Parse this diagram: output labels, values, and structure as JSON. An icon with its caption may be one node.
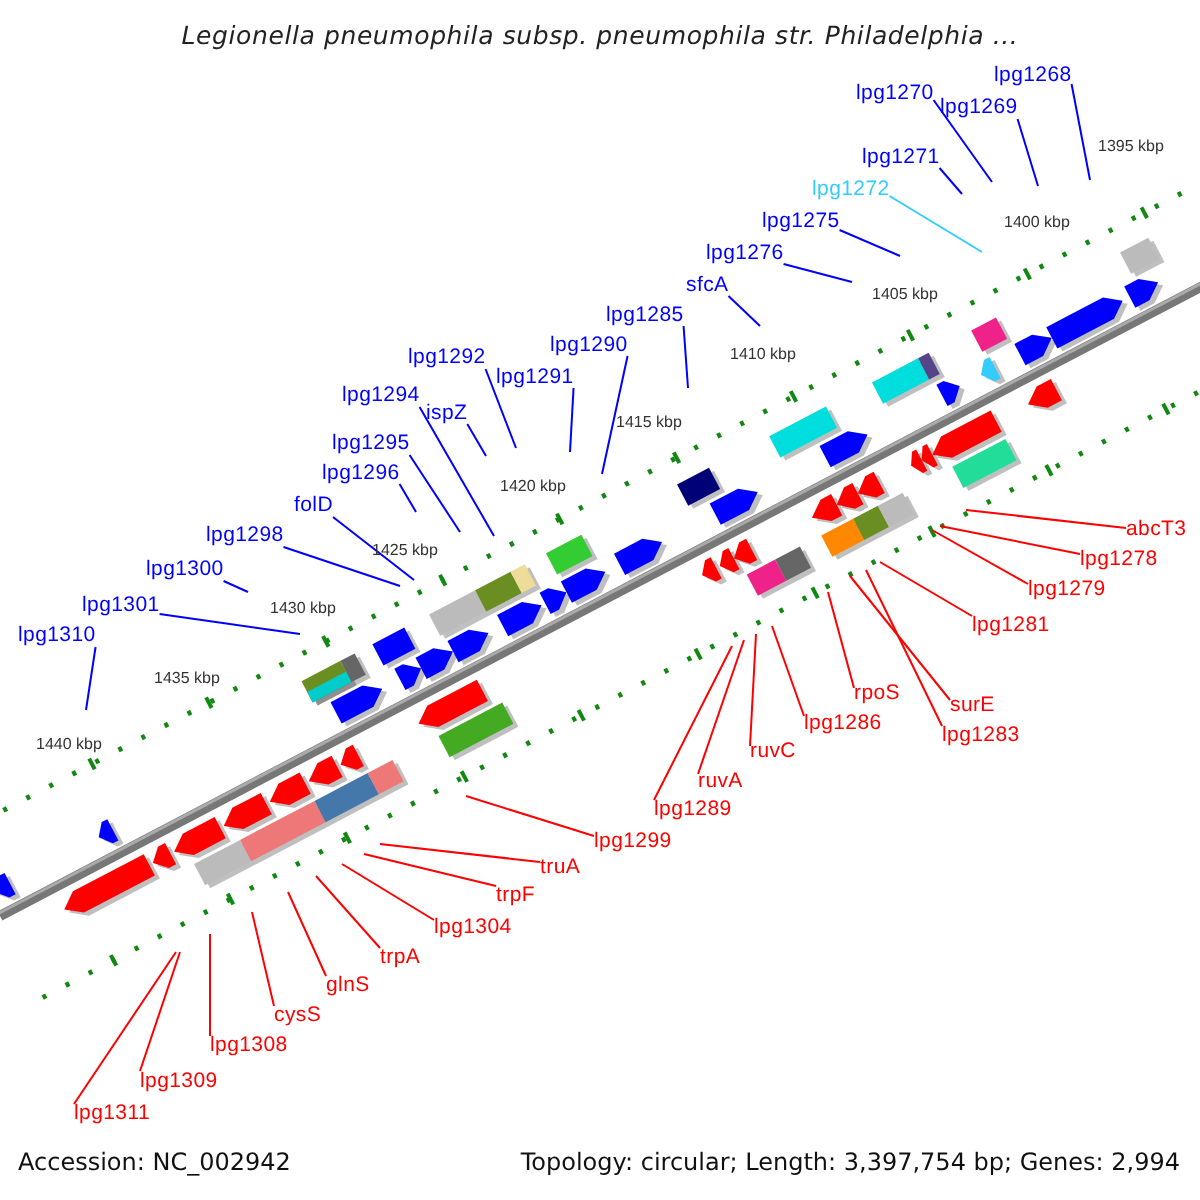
{
  "diagram": {
    "title": "Legionella pneumophila subsp. pneumophila str. Philadelphia ...",
    "nodes": [
      {
        "text": [
          "lpg1268"
        ]
      },
      {
        "text": [
          "lpg1270"
        ]
      },
      {
        "text": [
          "lpg1269"
        ]
      },
      {
        "text": [
          "lpg1271"
        ]
      },
      {
        "text": [
          "lpg1272"
        ]
      },
      {
        "text": [
          "lpg1275"
        ]
      },
      {
        "text": [
          "lpg1276"
        ]
      },
      {
        "text": [
          "sfcA"
        ]
      },
      {
        "text": [
          "lpg1285"
        ]
      },
      {
        "text": [
          "lpg1290"
        ]
      },
      {
        "text": [
          "lpg1292"
        ]
      },
      {
        "text": [
          "lpg1291"
        ]
      },
      {
        "text": [
          "lpg1294"
        ]
      },
      {
        "text": [
          "ispZ"
        ]
      },
      {
        "text": [
          "lpg1295"
        ]
      },
      {
        "text": [
          "lpg1296"
        ]
      },
      {
        "text": [
          "folD"
        ]
      },
      {
        "text": [
          "abcT3"
        ]
      },
      {
        "text": [
          "lpg1298"
        ]
      },
      {
        "text": [
          "lpg1278"
        ]
      },
      {
        "text": [
          "lpg1300"
        ]
      },
      {
        "text": [
          "lpg1279"
        ]
      },
      {
        "text": [
          "lpg1301"
        ]
      },
      {
        "text": [
          "lpg1281"
        ]
      },
      {
        "text": [
          "lpg1310"
        ]
      },
      {
        "text": [
          "rpoS"
        ]
      },
      {
        "text": [
          "surE"
        ]
      },
      {
        "text": [
          "lpg1286"
        ]
      },
      {
        "text": [
          "lpg1283"
        ]
      },
      {
        "text": [
          "ruvC"
        ]
      },
      {
        "text": [
          "ruvA"
        ]
      },
      {
        "text": [
          "lpg1289"
        ]
      },
      {
        "text": [
          "lpg1299"
        ]
      },
      {
        "text": [
          "truA"
        ]
      },
      {
        "text": [
          "trpF"
        ]
      },
      {
        "text": [
          "lpg1304"
        ]
      },
      {
        "text": [
          "trpA"
        ]
      },
      {
        "text": [
          "glnS"
        ]
      },
      {
        "text": [
          "cysS"
        ]
      },
      {
        "text": [
          "lpg1308"
        ]
      },
      {
        "text": [
          "lpg1309"
        ]
      },
      {
        "text": [
          "lpg1311"
        ]
      }
    ],
    "edges": [
      {
        "from": 0,
        "to": null,
        "arrow": "none",
        "color": "#0000ff"
      },
      {
        "from": 1,
        "to": null,
        "arrow": "none",
        "color": "#0000ff"
      },
      {
        "from": 2,
        "to": null,
        "arrow": "none",
        "color": "#0000ff"
      },
      {
        "from": 3,
        "to": null,
        "arrow": "none",
        "color": "#0000ff"
      },
      {
        "from": 4,
        "to": null,
        "arrow": "none",
        "color": "#33ccff"
      },
      {
        "from": 5,
        "to": null,
        "arrow": "none",
        "color": "#0000ff"
      },
      {
        "from": 6,
        "to": null,
        "arrow": "none",
        "color": "#0000ff"
      },
      {
        "from": 7,
        "to": null,
        "arrow": "none",
        "color": "#0000ff"
      },
      {
        "from": 8,
        "to": null,
        "arrow": "none",
        "color": "#0000ff"
      },
      {
        "from": 9,
        "to": null,
        "arrow": "none",
        "color": "#0000ff"
      },
      {
        "from": 10,
        "to": null,
        "arrow": "none",
        "color": "#0000ff"
      },
      {
        "from": 11,
        "to": null,
        "arrow": "none",
        "color": "#0000ff"
      },
      {
        "from": 12,
        "to": null,
        "arrow": "none",
        "color": "#0000ff"
      },
      {
        "from": 13,
        "to": null,
        "arrow": "none",
        "color": "#0000ff"
      },
      {
        "from": 14,
        "to": null,
        "arrow": "none",
        "color": "#0000ff"
      },
      {
        "from": 15,
        "to": null,
        "arrow": "none",
        "color": "#0000ff"
      },
      {
        "from": 16,
        "to": null,
        "arrow": "none",
        "color": "#0000ff"
      },
      {
        "from": 17,
        "to": null,
        "arrow": "none",
        "color": "#ff0000"
      },
      {
        "from": 18,
        "to": null,
        "arrow": "none",
        "color": "#0000ff"
      },
      {
        "from": 19,
        "to": null,
        "arrow": "none",
        "color": "#ff0000"
      },
      {
        "from": 20,
        "to": null,
        "arrow": "none",
        "color": "#0000ff"
      },
      {
        "from": 21,
        "to": null,
        "arrow": "none",
        "color": "#ff0000"
      },
      {
        "from": 22,
        "to": null,
        "arrow": "none",
        "color": "#0000ff"
      },
      {
        "from": 23,
        "to": null,
        "arrow": "none",
        "color": "#ff0000"
      },
      {
        "from": 24,
        "to": null,
        "arrow": "none",
        "color": "#0000ff"
      },
      {
        "from": 25,
        "to": null,
        "arrow": "none",
        "color": "#ff0000"
      },
      {
        "from": 26,
        "to": null,
        "arrow": "none",
        "color": "#ff0000"
      },
      {
        "from": 27,
        "to": null,
        "arrow": "none",
        "color": "#ff0000"
      },
      {
        "from": 28,
        "to": null,
        "arrow": "none",
        "color": "#ff0000"
      },
      {
        "from": 29,
        "to": null,
        "arrow": "none",
        "color": "#ff0000"
      },
      {
        "from": 30,
        "to": null,
        "arrow": "none",
        "color": "#ff0000"
      },
      {
        "from": 31,
        "to": null,
        "arrow": "none",
        "color": "#ff0000"
      },
      {
        "from": 32,
        "to": null,
        "arrow": "none",
        "color": "#ff0000"
      },
      {
        "from": 33,
        "to": null,
        "arrow": "none",
        "color": "#ff0000"
      },
      {
        "from": 34,
        "to": null,
        "arrow": "none",
        "color": "#ff0000"
      },
      {
        "from": 35,
        "to": null,
        "arrow": "none",
        "color": "#ff0000"
      },
      {
        "from": 36,
        "to": null,
        "arrow": "none",
        "color": "#ff0000"
      },
      {
        "from": 37,
        "to": null,
        "arrow": "none",
        "color": "#ff0000"
      },
      {
        "from": 38,
        "to": null,
        "arrow": "none",
        "color": "#ff0000"
      },
      {
        "from": 39,
        "to": null,
        "arrow": "none",
        "color": "#ff0000"
      },
      {
        "from": 40,
        "to": null,
        "arrow": "none",
        "color": "#ff0000"
      },
      {
        "from": 41,
        "to": null,
        "arrow": "none",
        "color": "#ff0000"
      }
    ],
    "labels": [
      "1395 kbp",
      "1400 kbp",
      "1405 kbp",
      "1410 kbp",
      "1415 kbp",
      "1420 kbp",
      "1425 kbp",
      "1430 kbp",
      "1435 kbp",
      "1440 kbp",
      "Accession: NC_002942",
      "Topology: circular; Length: 3,397,754 bp; Genes: 2,994"
    ]
  }
}
